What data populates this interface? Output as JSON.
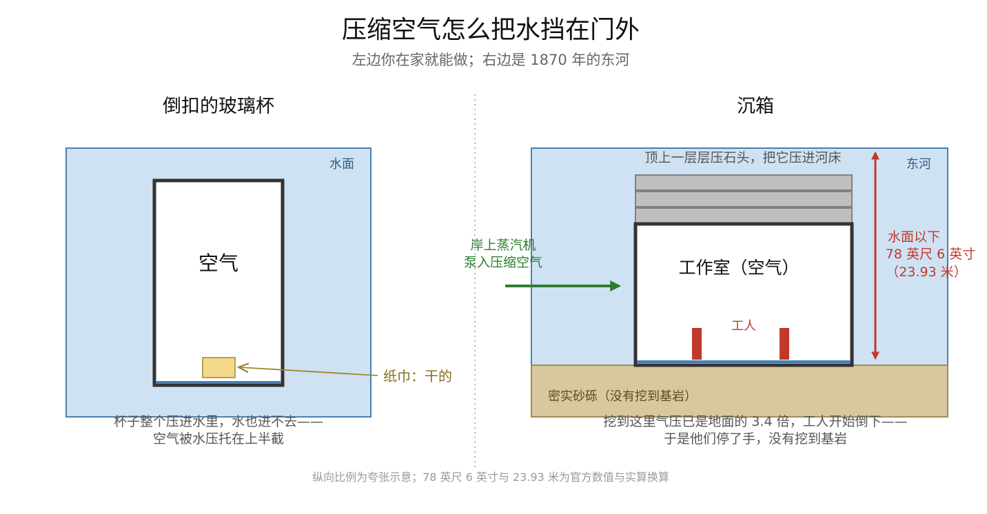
{
  "header": {
    "title": "压缩空气怎么把水挡在门外",
    "subtitle": "左边你在家就能做；右边是 1870 年的东河"
  },
  "left_panel": {
    "heading": "倒扣的玻璃杯",
    "water_label": "水面",
    "air_label": "空气",
    "paper_label": "纸巾：干的",
    "caption_line1": "杯子整个压进水里，水也进不去——",
    "caption_line2": "空气被水压托在上半截"
  },
  "right_panel": {
    "heading": "沉箱",
    "river_label": "东河",
    "stones_label": "顶上一层层压石头，把它压进河床",
    "pump_line1": "岸上蒸汽机",
    "pump_line2": "泵入压缩空气",
    "chamber_label": "工作室（空气）",
    "workers_label": "工人",
    "depth_line1": "水面以下",
    "depth_line2": "78 英尺 6 英寸",
    "depth_line3": "（23.93 米）",
    "ground_label": "密实砂砾（没有挖到基岩）",
    "caption_line1": "挖到这里气压已是地面的 3.4 倍，工人开始倒下——",
    "caption_line2": "于是他们停了手，没有挖到基岩"
  },
  "footnote": "纵向比例为夸张示意；78 英尺 6 英寸与 23.93 米为官方数值与实算换算",
  "colors": {
    "water": "#cfe2f3",
    "water_border": "#4a7fb0",
    "ground": "#d8c89f",
    "ground_border": "#a08c5a",
    "stone": "#bfbfbf",
    "wall": "#333333",
    "paper": "#f5d98b",
    "paper_label": "#8a6d1f",
    "pump_arrow": "#2e7d32",
    "depth": "#c0392b",
    "caption": "#555555",
    "footnote": "#999999"
  }
}
